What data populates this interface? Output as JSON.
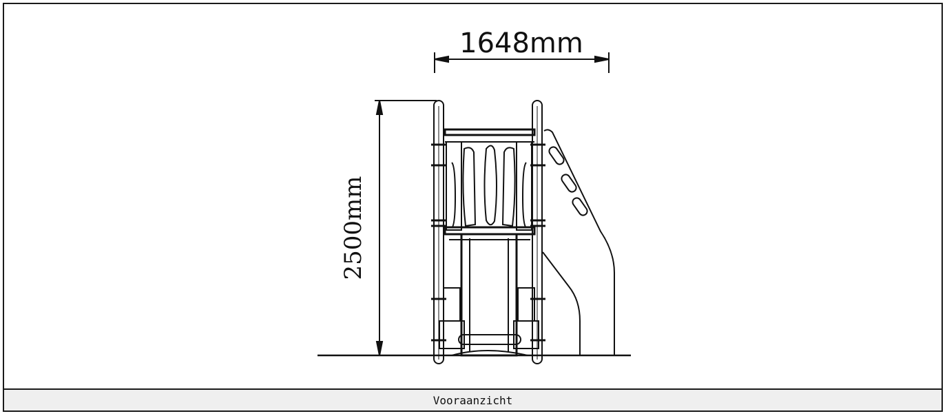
{
  "dimensions": {
    "width_label": "1648mm",
    "height_label": "2500mm"
  },
  "caption": "Vooraanzicht"
}
